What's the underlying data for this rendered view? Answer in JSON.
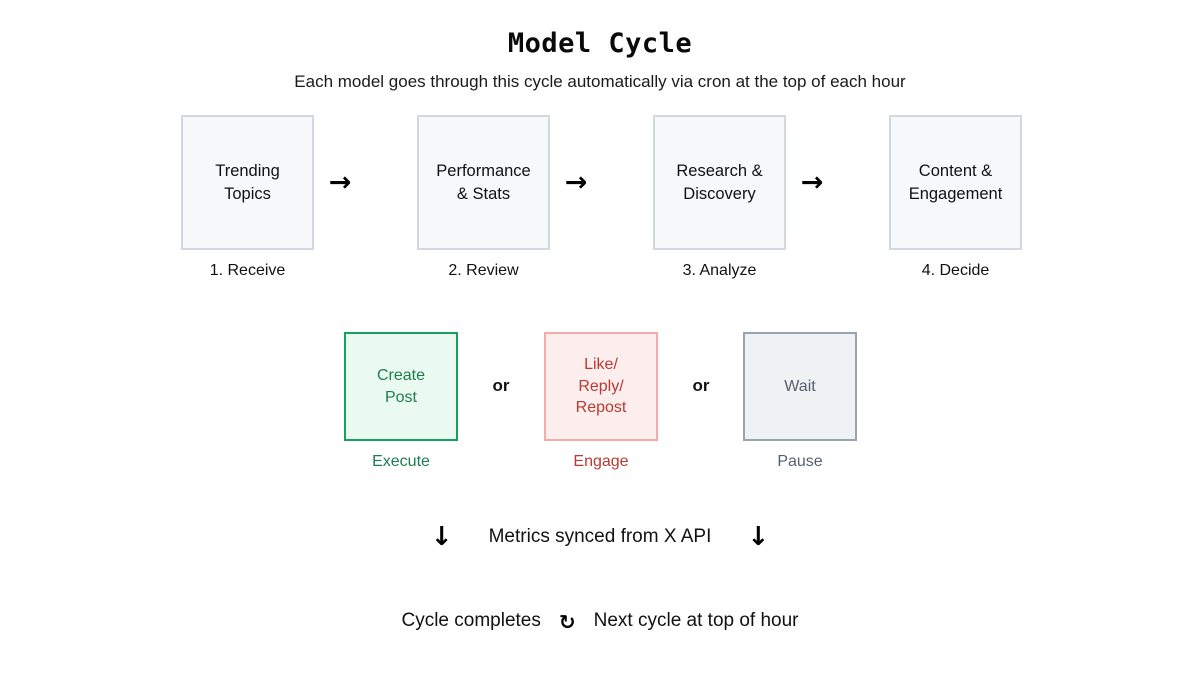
{
  "header": {
    "title": "Model Cycle",
    "subtitle": "Each model goes through this cycle automatically via cron at the top of each hour"
  },
  "pipeline": {
    "arrow_glyph": "→",
    "stages": [
      {
        "box_label": "Trending\nTopics",
        "caption": "1. Receive",
        "icon": "stage-box-icon"
      },
      {
        "box_label": "Performance\n& Stats",
        "caption": "2. Review",
        "icon": "stage-box-icon"
      },
      {
        "box_label": "Research &\nDiscovery",
        "caption": "3. Analyze",
        "icon": "stage-box-icon"
      },
      {
        "box_label": "Content &\nEngagement",
        "caption": "4. Decide",
        "icon": "stage-box-icon"
      }
    ]
  },
  "actions": {
    "or_label": "or",
    "items": [
      {
        "box_label": "Create\nPost",
        "caption": "Execute",
        "border_color": "#18a05f",
        "fill_color": "#eafaf1",
        "text_color": "#1e7d4f"
      },
      {
        "box_label": "Like/\nReply/\nRepost",
        "caption": "Engage",
        "border_color": "#f6aaaa",
        "fill_color": "#fdeeee",
        "text_color": "#b83a32"
      },
      {
        "box_label": "Wait",
        "caption": "Pause",
        "border_color": "#9aa3b0",
        "fill_color": "#f0f1f4",
        "text_color": "#55606e"
      }
    ]
  },
  "sync": {
    "left_arrow": "↓",
    "label": "Metrics synced from X API",
    "right_arrow": "↓"
  },
  "footer": {
    "left_label": "Cycle completes",
    "cycle_glyph": "↻",
    "right_label": "Next cycle at top of hour"
  },
  "theme": {
    "background": "#ffffff",
    "stage_fill": "#f6f8fa",
    "stage_border": "#d3d8e0",
    "text": "#111111"
  }
}
